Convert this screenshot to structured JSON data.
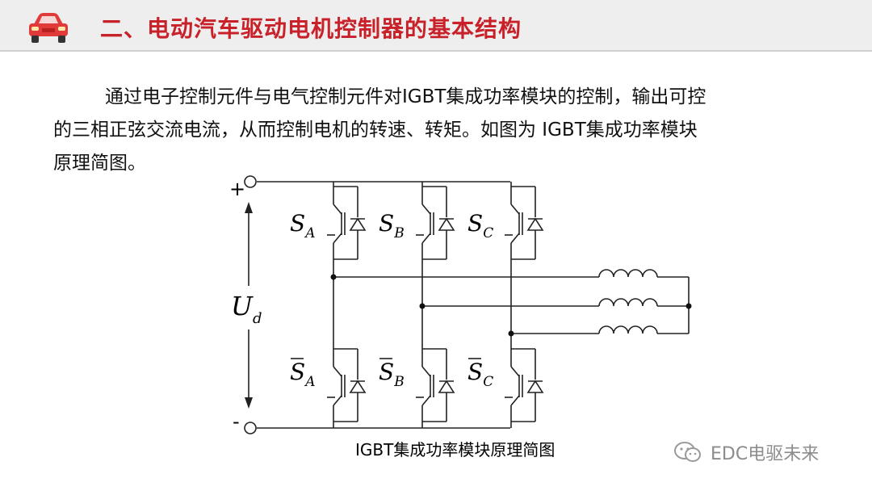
{
  "header": {
    "title": "二、电动汽车驱动电机控制器的基本结构",
    "brand_color": "#c9212a"
  },
  "body_text": {
    "line1": "通过电子控制元件与电气控制元件对IGBT集成功率模块的控制，输出可控",
    "line2": "的三相正弦交流电流，从而控制电机的转速、转矩。如图为 IGBT集成功率模块",
    "line3": "原理简图。"
  },
  "diagram": {
    "plus_label": "+",
    "minus_label": "-",
    "voltage_label": "U",
    "voltage_sub": "d",
    "switch_letter": "S",
    "phases": [
      "A",
      "B",
      "C"
    ],
    "caption": "IGBT集成功率模块原理简图"
  },
  "watermark": {
    "text": "EDC电驱未来"
  }
}
